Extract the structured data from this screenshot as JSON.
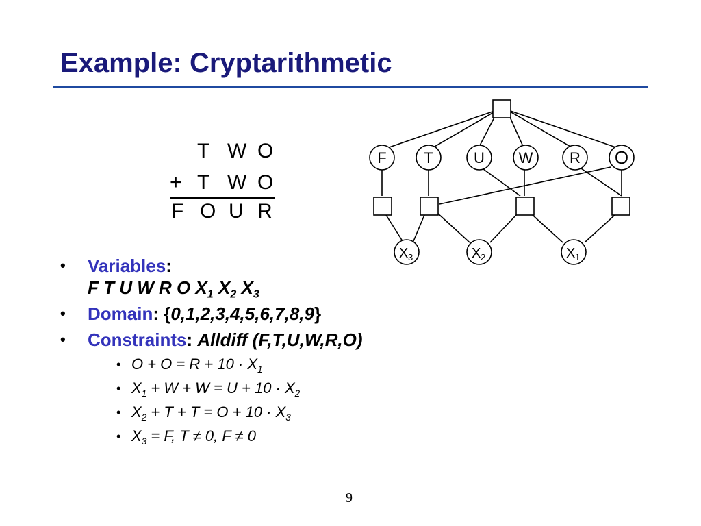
{
  "slide": {
    "title": "Example: Cryptarithmetic",
    "page_number": "9",
    "accent_color": "#1a1a7a",
    "link_color": "#3333bb"
  },
  "puzzle": {
    "row1": [
      "T",
      "W",
      "O"
    ],
    "plus": "+",
    "row2": [
      "T",
      "W",
      "O"
    ],
    "result": [
      "F",
      "O",
      "U",
      "R"
    ]
  },
  "graph": {
    "variables": [
      "F",
      "T",
      "U",
      "W",
      "R",
      "O"
    ],
    "aux": [
      {
        "main": "X",
        "sub": "3"
      },
      {
        "main": "X",
        "sub": "2"
      },
      {
        "main": "X",
        "sub": "1"
      }
    ]
  },
  "bullets": {
    "variables_label": "Variables",
    "variables_colon": ":",
    "variables_list": "F T U W R O X",
    "var_sub1": "1",
    "var_x2": " X",
    "var_sub2": "2",
    "var_x3": " X",
    "var_sub3": "3",
    "domain_label": "Domain",
    "domain_prefix": ": {",
    "domain_values": "0,1,2,3,4,5,6,7,8,9",
    "domain_suffix": "}",
    "constraints_label": "Constraints",
    "constraints_colon": ": ",
    "constraints_value": "Alldiff (F,T,U,W,R,O)"
  },
  "constraints": {
    "c1_a": "O + O = R + 10 · X",
    "c1_sub": "1",
    "c2_a": "X",
    "c2_sub1": "1",
    "c2_b": " + W + W = U + 10 · X",
    "c2_sub2": "2",
    "c3_a": "X",
    "c3_sub1": "2",
    "c3_b": " + T + T = O + 10 · X",
    "c3_sub2": "3",
    "c4_a": "X",
    "c4_sub1": "3",
    "c4_b": " = F, T ≠ 0, F ≠ 0"
  }
}
